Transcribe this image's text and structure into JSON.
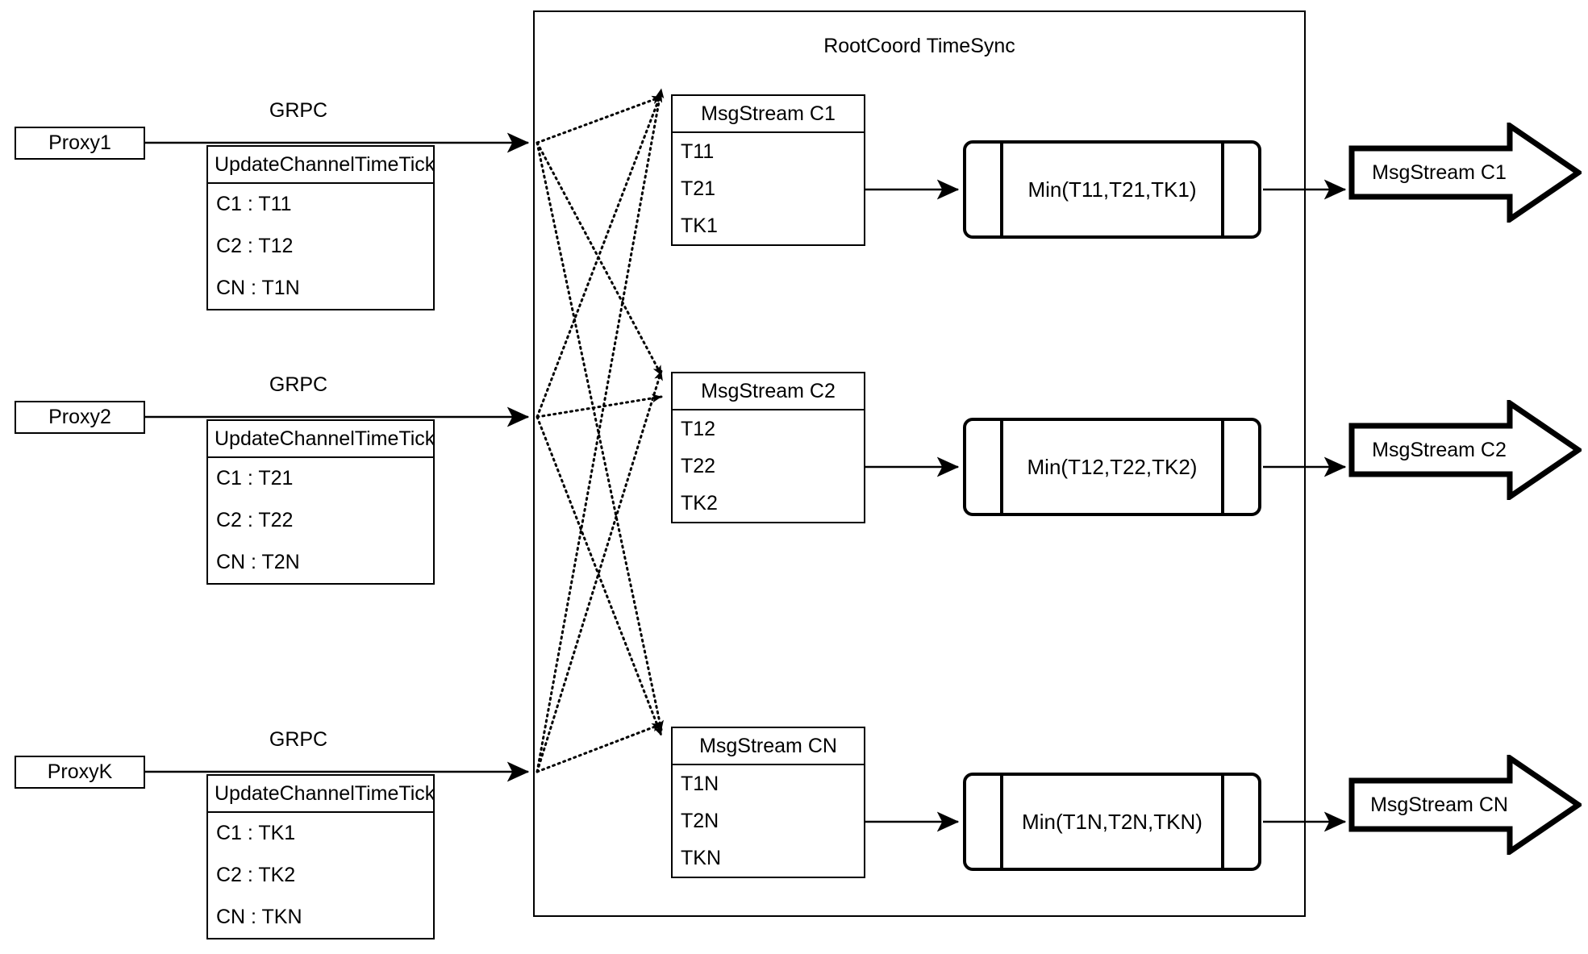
{
  "diagram": {
    "title": "RootCoord TimeSync",
    "container_label": "RootCoord TimeSync"
  },
  "proxies": [
    {
      "name": "Proxy1",
      "link_label": "GRPC",
      "request": {
        "method": "UpdateChannelTimeTick",
        "rows": [
          "C1 :  T11",
          "C2 :  T12",
          "CN : T1N"
        ]
      }
    },
    {
      "name": "Proxy2",
      "link_label": "GRPC",
      "request": {
        "method": "UpdateChannelTimeTick",
        "rows": [
          "C1 :  T21",
          "C2 :  T22",
          "CN : T2N"
        ]
      }
    },
    {
      "name": "ProxyK",
      "link_label": "GRPC",
      "request": {
        "method": "UpdateChannelTimeTick",
        "rows": [
          "C1 :  TK1",
          "C2 :  TK2",
          "CN : TKN"
        ]
      }
    }
  ],
  "channels": [
    {
      "stream": {
        "header": "MsgStream C1",
        "rows": [
          "T11",
          "T21",
          "TK1"
        ]
      },
      "min": "Min(T11,T21,TK1)",
      "output": "MsgStream C1"
    },
    {
      "stream": {
        "header": "MsgStream C2",
        "rows": [
          "T12",
          "T22",
          "TK2"
        ]
      },
      "min": "Min(T12,T22,TK2)",
      "output": "MsgStream C2"
    },
    {
      "stream": {
        "header": "MsgStream CN",
        "rows": [
          "T1N",
          "T2N",
          "TKN"
        ]
      },
      "min": "Min(T1N,T2N,TKN)",
      "output": "MsgStream CN"
    }
  ],
  "colors": {
    "stroke": "#000000",
    "background": "#ffffff"
  }
}
